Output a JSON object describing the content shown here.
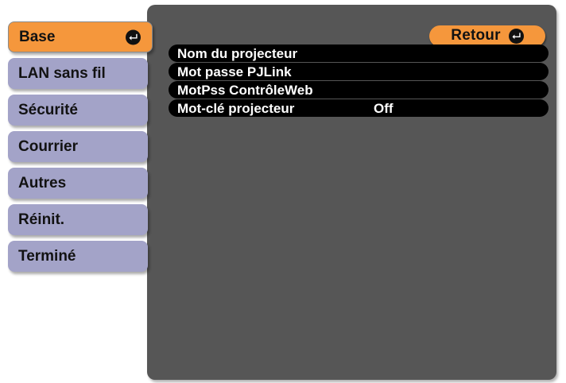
{
  "colors": {
    "accent_orange": "#f5973c",
    "tab_lavender": "#a3a3c8",
    "panel_gray": "#565656",
    "row_black": "#000000",
    "text_dark": "#121212",
    "text_light": "#ffffff"
  },
  "sidebar": {
    "items": [
      {
        "label": "Base",
        "selected": true,
        "enter_icon": "enter-arrow-icon"
      },
      {
        "label": "LAN sans fil",
        "selected": false
      },
      {
        "label": "Sécurité",
        "selected": false
      },
      {
        "label": "Courrier",
        "selected": false
      },
      {
        "label": "Autres",
        "selected": false
      },
      {
        "label": "Réinit.",
        "selected": false
      },
      {
        "label": "Terminé",
        "selected": false
      }
    ]
  },
  "panel": {
    "back_button": {
      "label": "Retour",
      "icon": "enter-arrow-icon"
    },
    "rows": [
      {
        "label": "Nom du projecteur",
        "value": ""
      },
      {
        "label": "Mot passe PJLink",
        "value": ""
      },
      {
        "label": "MotPss ContrôleWeb",
        "value": ""
      },
      {
        "label": "Mot-clé projecteur",
        "value": "Off"
      }
    ]
  }
}
